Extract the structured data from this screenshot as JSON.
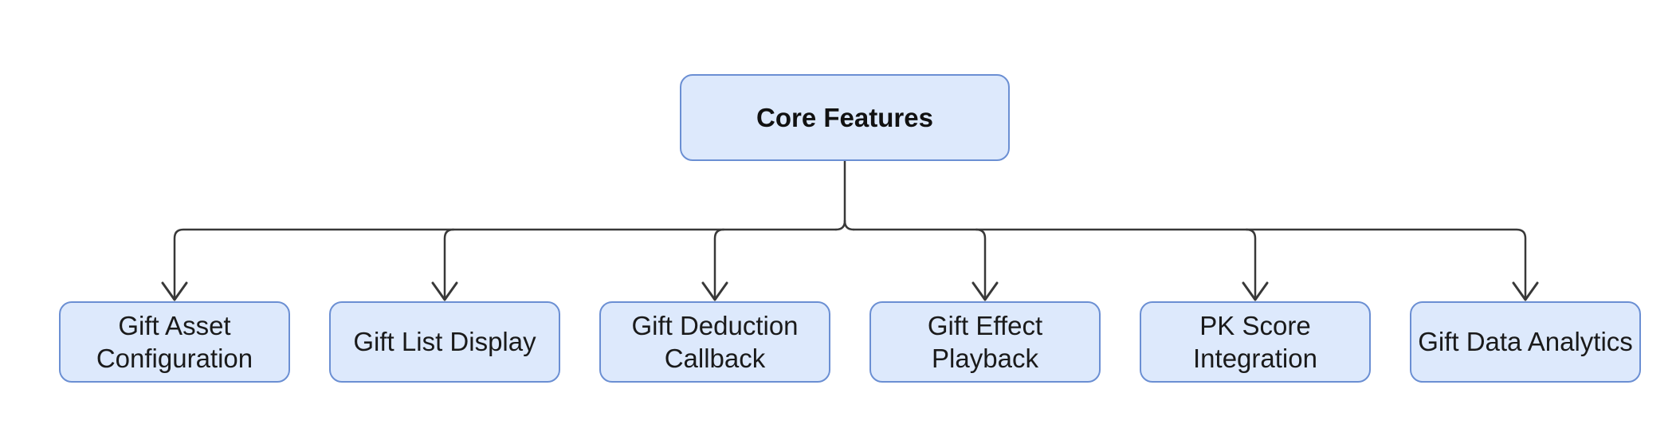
{
  "diagram": {
    "type": "flowchart",
    "direction": "top-down",
    "root": {
      "id": "core-features",
      "label": "Core Features"
    },
    "children": [
      {
        "id": "gift-asset-configuration",
        "label": "Gift Asset\nConfiguration"
      },
      {
        "id": "gift-list-display",
        "label": "Gift List Display"
      },
      {
        "id": "gift-deduction-callback",
        "label": "Gift Deduction\nCallback"
      },
      {
        "id": "gift-effect-playback",
        "label": "Gift Effect\nPlayback"
      },
      {
        "id": "pk-score-integration",
        "label": "PK Score\nIntegration"
      },
      {
        "id": "gift-data-analytics",
        "label": "Gift Data Analytics"
      }
    ],
    "edges": [
      {
        "from": "core-features",
        "to": "gift-asset-configuration"
      },
      {
        "from": "core-features",
        "to": "gift-list-display"
      },
      {
        "from": "core-features",
        "to": "gift-deduction-callback"
      },
      {
        "from": "core-features",
        "to": "gift-effect-playback"
      },
      {
        "from": "core-features",
        "to": "pk-score-integration"
      },
      {
        "from": "core-features",
        "to": "gift-data-analytics"
      }
    ],
    "colors": {
      "node_fill": "#dde9fc",
      "node_border": "#6b8fd3",
      "edge": "#383838",
      "text": "#1a1a1a",
      "background": "#ffffff"
    }
  }
}
